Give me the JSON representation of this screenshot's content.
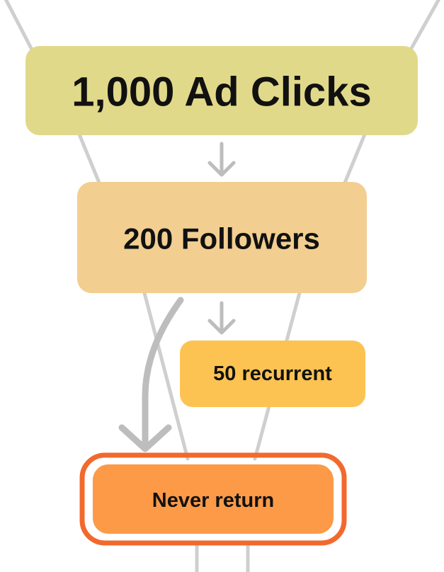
{
  "stages": [
    {
      "label": "1,000 Ad Clicks",
      "color": "#e1d98a"
    },
    {
      "label": "200 Followers",
      "color": "#f2ce90"
    },
    {
      "label": "50 recurrent",
      "color": "#fdc352"
    },
    {
      "label": "Never return",
      "color": "#fc9a48",
      "outline_color": "#f2692e"
    }
  ],
  "colors": {
    "funnel_lines": "#cfcfcf",
    "arrows": "#bdbdbd"
  }
}
